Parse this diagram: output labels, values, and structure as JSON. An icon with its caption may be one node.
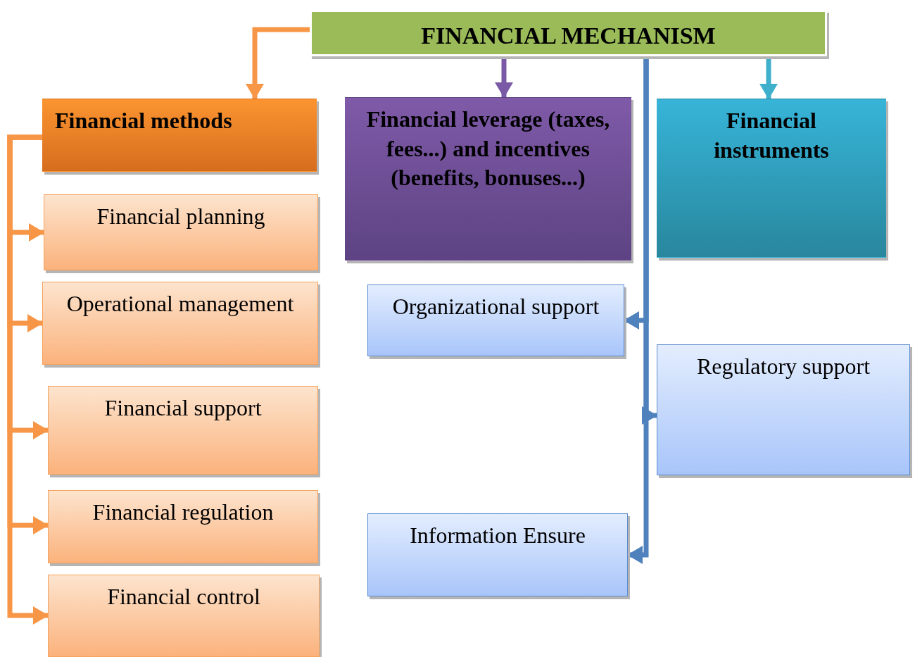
{
  "diagram": {
    "nodes": [
      {
        "text": [
          "FINANCIAL MECHANISM"
        ]
      },
      {
        "text": [
          "Financial methods"
        ]
      },
      {
        "text": [
          "Financial leverage (taxes, fees...) and incentives (benefits, bonuses...)"
        ]
      },
      {
        "text": [
          "Financial instruments"
        ]
      },
      {
        "text": [
          "Financial planning"
        ]
      },
      {
        "text": [
          "Operational management"
        ]
      },
      {
        "text": [
          "Financial support"
        ]
      },
      {
        "text": [
          "Financial regulation"
        ]
      },
      {
        "text": [
          "Financial control"
        ]
      },
      {
        "text": [
          "Organizational support"
        ]
      },
      {
        "text": [
          "Regulatory support"
        ]
      },
      {
        "text": [
          "Information Ensure"
        ]
      }
    ],
    "edges": [
      {
        "from": 0,
        "to": 1,
        "arrow": "to"
      },
      {
        "from": 0,
        "to": 2,
        "arrow": "to",
        "color": "#7a5aa6"
      },
      {
        "from": 0,
        "to": 3,
        "arrow": "to",
        "color": "#3fb0cc"
      },
      {
        "from": 1,
        "to": 4,
        "arrow": "to"
      },
      {
        "from": 1,
        "to": 5,
        "arrow": "to"
      },
      {
        "from": 1,
        "to": 6,
        "arrow": "to"
      },
      {
        "from": 1,
        "to": 7,
        "arrow": "to"
      },
      {
        "from": 1,
        "to": 8,
        "arrow": "to"
      },
      {
        "from": 0,
        "to": 9,
        "arrow": "to",
        "color": "#4f81bd"
      },
      {
        "from": 0,
        "to": 10,
        "arrow": "to",
        "color": "#4f81bd"
      },
      {
        "from": 0,
        "to": 11,
        "arrow": "to",
        "color": "#4f81bd"
      }
    ]
  }
}
